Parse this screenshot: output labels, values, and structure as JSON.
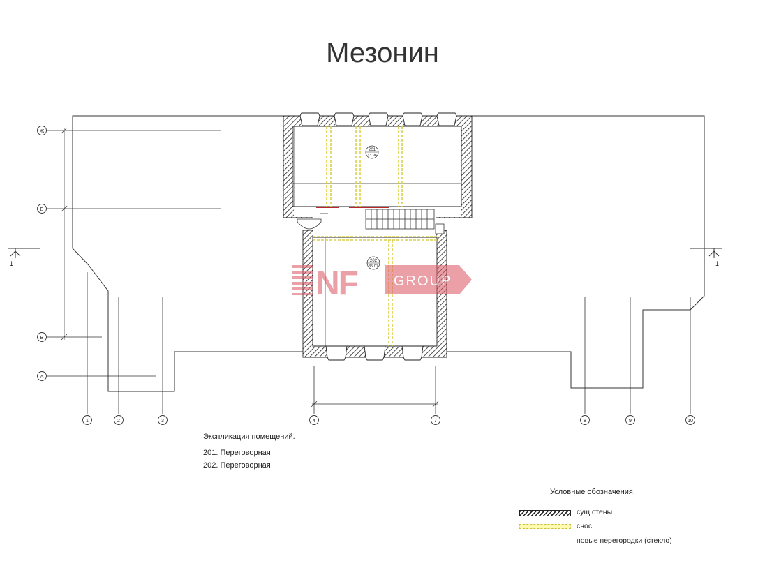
{
  "title": "Мезонин",
  "axes": {
    "letters": [
      "Ж",
      "Е",
      "В",
      "А"
    ],
    "numbers": [
      "1",
      "2",
      "3",
      "4",
      "7",
      "8",
      "9",
      "10"
    ],
    "section_mark": "1"
  },
  "rooms": [
    {
      "number": "201",
      "area": "33.96"
    },
    {
      "number": "202",
      "area": "35.07"
    }
  ],
  "explication": {
    "title": "Экспликация помещений.",
    "items": [
      "201. Переговорная",
      "202. Переговорная"
    ]
  },
  "legend": {
    "title": "Условные обозначения.",
    "items": [
      {
        "label": "сущ.стены",
        "color": "#222222"
      },
      {
        "label": "снос",
        "color": "#e8e070"
      },
      {
        "label": "новые перегородки (стекло)",
        "color": "#b8262c"
      }
    ]
  },
  "watermark": {
    "brand": "NF",
    "suffix": "GROUP",
    "color": "#d9545e"
  }
}
